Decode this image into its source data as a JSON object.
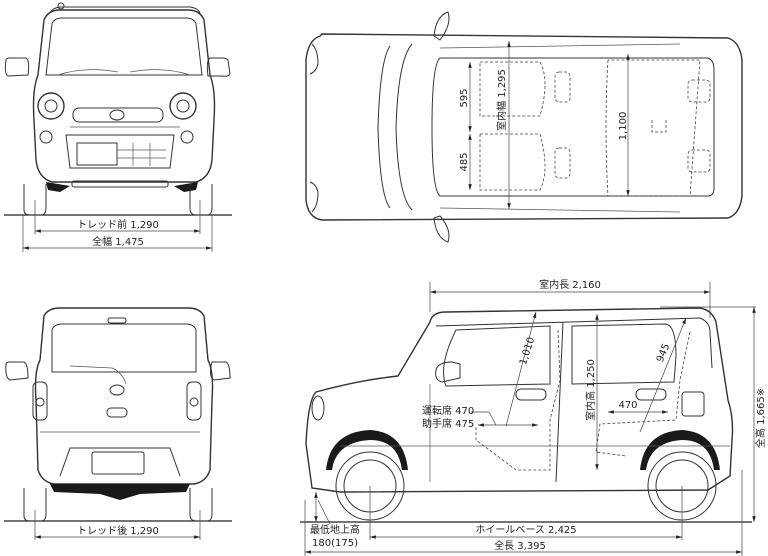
{
  "title": "Vehicle dimension diagram (four views)",
  "views": {
    "front": {
      "name": "front-view"
    },
    "top": {
      "name": "top-view"
    },
    "rear": {
      "name": "rear-view"
    },
    "side": {
      "name": "side-view"
    }
  },
  "dimensions": {
    "tread_front": "トレッド前 1,290",
    "overall_width": "全幅 1,475",
    "tread_rear": "トレッド後 1,290",
    "interior_width": "室内幅 1,295",
    "front_seat_width_1": "595",
    "front_seat_width_2": "485",
    "rear_width": "1,100",
    "interior_length": "室内長 2,160",
    "front_headroom": "1,010",
    "rear_headroom": "945",
    "interior_height": "室内高 1,250",
    "driver_seat_depth": "運転席 470",
    "passenger_seat_depth": "助手席 475",
    "rear_seat_depth": "470",
    "overall_height": "全高 1,665※",
    "ground_clearance_label": "最低地上高",
    "ground_clearance_value": "180(175)",
    "wheelbase": "ホイールベース 2,425",
    "overall_length": "全長 3,395"
  }
}
